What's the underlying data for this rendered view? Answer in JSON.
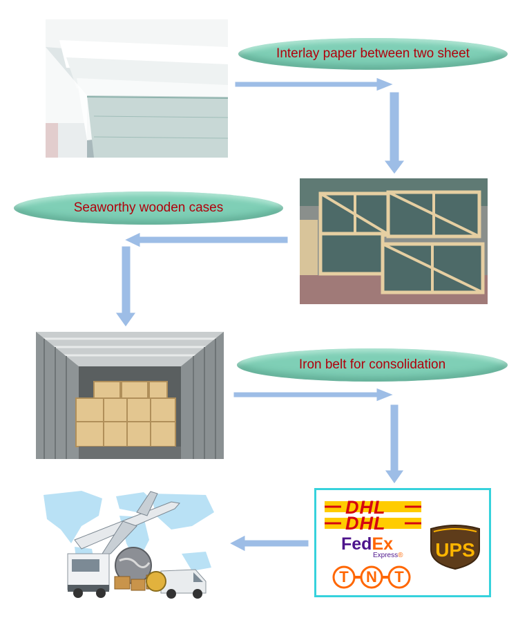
{
  "steps": {
    "interlay": {
      "label": "Interlay paper between two sheet"
    },
    "wooden": {
      "label": "Seaworthy wooden cases"
    },
    "iron": {
      "label": "Iron belt for consolidation"
    }
  },
  "couriers": {
    "dhl": "DHL",
    "fedex_fed": "Fed",
    "fedex_ex": "Ex",
    "fedex_express": "Express",
    "fedex_reg": "®",
    "ups": "UPS",
    "tnt": "TNT"
  },
  "colors": {
    "oval_fill": "#7fcfb6",
    "label_text": "#b0000b",
    "arrow": "#9dbde6",
    "courier_border": "#36d2dc",
    "dhl_red": "#d40511",
    "dhl_yellow": "#ffcc00",
    "fedex_purple": "#4d148c",
    "fedex_orange": "#ff6600",
    "ups_brown": "#5e3c1a",
    "ups_gold": "#ffb500",
    "tnt_orange": "#ff6600"
  }
}
